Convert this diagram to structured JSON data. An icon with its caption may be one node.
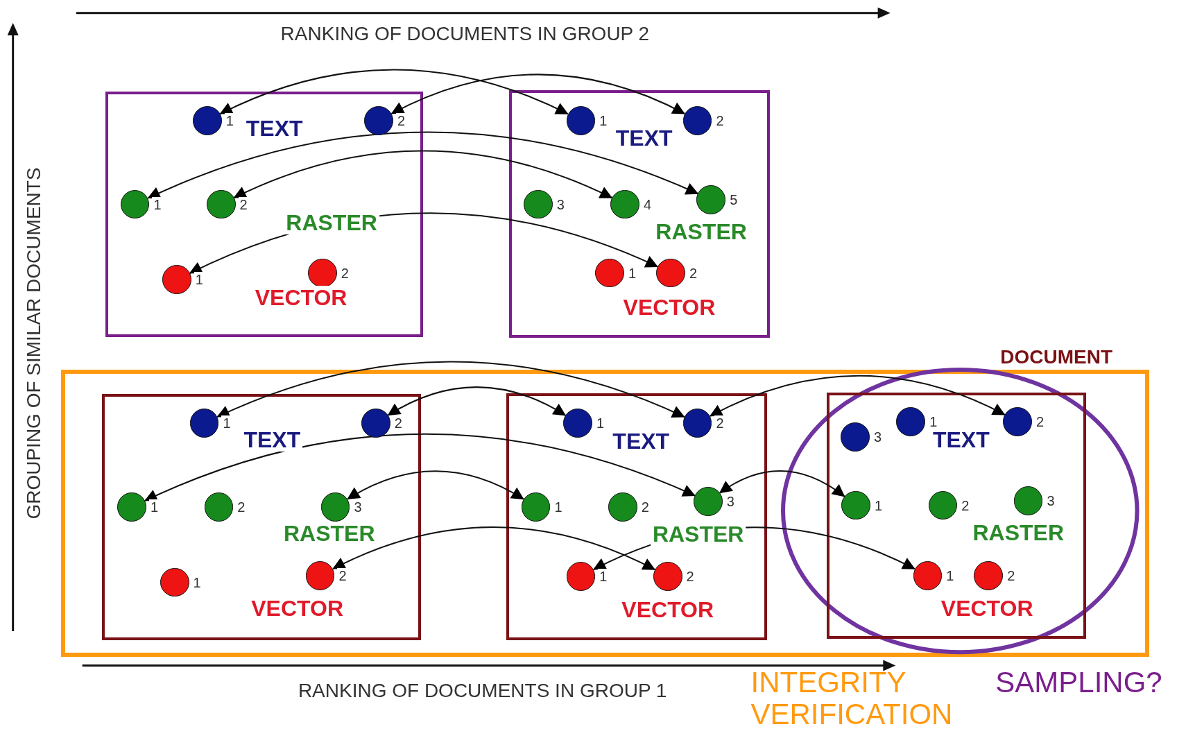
{
  "diagram": {
    "nodes": [
      {
        "text": [],
        "shape": "box"
      },
      {
        "text": [],
        "shape": "circle",
        "beside": [
          "1"
        ],
        "in": 0
      },
      {
        "text": [],
        "shape": "circle",
        "beside": [
          "2"
        ],
        "in": 0
      },
      {
        "text": [],
        "shape": "circle",
        "beside": [
          "1"
        ],
        "in": 0
      },
      {
        "text": [],
        "shape": "circle",
        "beside": [
          "2"
        ],
        "in": 0
      },
      {
        "text": [],
        "shape": "circle",
        "beside": [
          "1"
        ],
        "in": 0
      },
      {
        "text": [],
        "shape": "circle",
        "beside": [
          "2"
        ],
        "in": 0
      },
      {
        "text": [],
        "shape": "box"
      },
      {
        "text": [],
        "shape": "circle",
        "beside": [
          "1"
        ],
        "in": 7
      },
      {
        "text": [],
        "shape": "circle",
        "beside": [
          "2"
        ],
        "in": 7
      },
      {
        "text": [],
        "shape": "circle",
        "beside": [
          "3"
        ],
        "in": 7
      },
      {
        "text": [],
        "shape": "circle",
        "beside": [
          "4"
        ],
        "in": 7
      },
      {
        "text": [],
        "shape": "circle",
        "beside": [
          "5"
        ],
        "in": 7
      },
      {
        "text": [],
        "shape": "circle",
        "beside": [
          "1"
        ],
        "in": 7
      },
      {
        "text": [],
        "shape": "circle",
        "beside": [
          "2"
        ],
        "in": 7
      },
      {
        "text": [
          "INTEGRITY VERIFICATION"
        ]
      },
      {
        "text": [],
        "shape": "box",
        "in": 15
      },
      {
        "text": [],
        "shape": "circle",
        "beside": [
          "1"
        ],
        "in": 16
      },
      {
        "text": [],
        "shape": "circle",
        "beside": [
          "2"
        ],
        "in": 16
      },
      {
        "text": [],
        "shape": "circle",
        "beside": [
          "1"
        ],
        "in": 16
      },
      {
        "text": [],
        "shape": "circle",
        "beside": [
          "2"
        ],
        "in": 16
      },
      {
        "text": [],
        "shape": "circle",
        "beside": [
          "3"
        ],
        "in": 16
      },
      {
        "text": [],
        "shape": "circle",
        "beside": [
          "1"
        ],
        "in": 16
      },
      {
        "text": [],
        "shape": "circle",
        "beside": [
          "2"
        ],
        "in": 16
      },
      {
        "text": [],
        "shape": "box",
        "in": 15
      },
      {
        "text": [],
        "shape": "circle",
        "beside": [
          "1"
        ],
        "in": 24
      },
      {
        "text": [],
        "shape": "circle",
        "beside": [
          "2"
        ],
        "in": 24
      },
      {
        "text": [],
        "shape": "circle",
        "beside": [
          "1"
        ],
        "in": 24
      },
      {
        "text": [],
        "shape": "circle",
        "beside": [
          "2"
        ],
        "in": 24
      },
      {
        "text": [],
        "shape": "circle",
        "beside": [
          "3"
        ],
        "in": 24
      },
      {
        "text": [],
        "shape": "circle",
        "beside": [
          "1"
        ],
        "in": 24
      },
      {
        "text": [],
        "shape": "circle",
        "beside": [
          "2"
        ],
        "in": 24
      },
      {
        "text": [
          "SAMPLING?"
        ],
        "in": 15
      },
      {
        "text": [],
        "shape": "box",
        "in": 32
      },
      {
        "text": [],
        "shape": "circle",
        "beside": [
          "3"
        ],
        "in": 33
      },
      {
        "text": [],
        "shape": "circle",
        "beside": [
          "1"
        ],
        "in": 33
      },
      {
        "text": [],
        "shape": "circle",
        "beside": [
          "2"
        ],
        "in": 33
      },
      {
        "text": [],
        "shape": "circle",
        "beside": [
          "1"
        ],
        "in": 33
      },
      {
        "text": [],
        "shape": "circle",
        "beside": [
          "2"
        ],
        "in": 33
      },
      {
        "text": [],
        "shape": "circle",
        "beside": [
          "3"
        ],
        "in": 33
      },
      {
        "text": [],
        "shape": "circle",
        "beside": [
          "1"
        ],
        "in": 33
      },
      {
        "text": [],
        "shape": "circle",
        "beside": [
          "2"
        ],
        "in": 33
      }
    ],
    "edges": [
      {
        "from": 1,
        "to": 8,
        "arrow": "both"
      },
      {
        "from": 2,
        "to": 9,
        "arrow": "both"
      },
      {
        "from": 3,
        "to": 12,
        "arrow": "both"
      },
      {
        "from": 4,
        "to": 11,
        "arrow": "both"
      },
      {
        "from": 5,
        "to": 14,
        "arrow": "both"
      },
      {
        "from": 17,
        "to": 26,
        "arrow": "both"
      },
      {
        "from": 18,
        "to": 25,
        "arrow": "both"
      },
      {
        "from": 26,
        "to": 36,
        "arrow": "both"
      },
      {
        "from": 19,
        "to": 29,
        "arrow": "both"
      },
      {
        "from": 21,
        "to": 27,
        "arrow": "both"
      },
      {
        "from": 29,
        "to": 37,
        "arrow": "both"
      },
      {
        "from": 23,
        "to": 31,
        "arrow": "both"
      },
      {
        "from": 30,
        "to": 40,
        "arrow": "both"
      }
    ],
    "labels": [
      "RANKING OF DOCUMENTS IN GROUP 2",
      "GROUPING OF SIMILAR DOCUMENTS",
      "TEXT",
      "RASTER",
      "VECTOR",
      "TEXT",
      "RASTER",
      "VECTOR",
      "DOCUMENT",
      "TEXT",
      "RASTER",
      "VECTOR",
      "TEXT",
      "RASTER",
      "VECTOR",
      "TEXT",
      "RASTER",
      "VECTOR",
      "RANKING OF DOCUMENTS IN GROUP 1"
    ]
  }
}
